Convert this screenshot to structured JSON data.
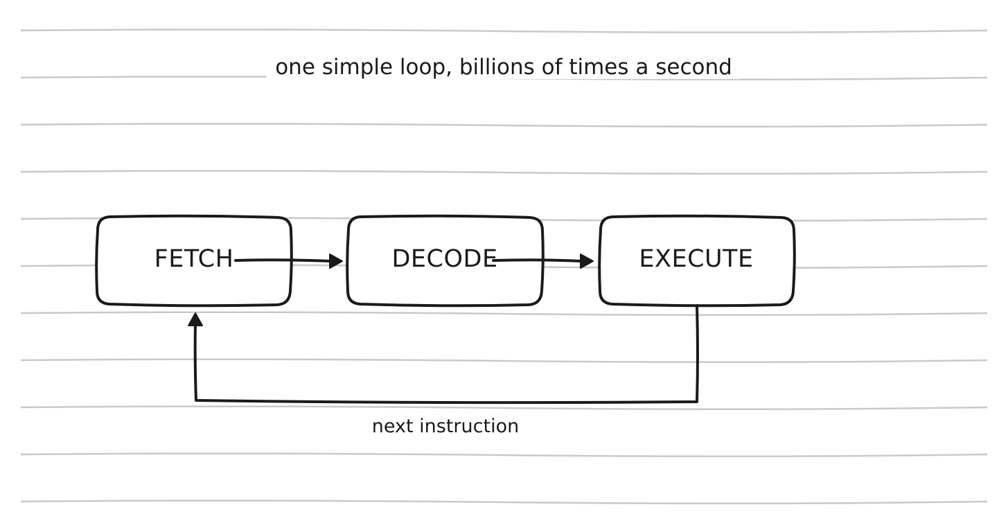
{
  "title": "one simple loop, billions of times a second",
  "stages": [
    {
      "id": "fetch",
      "label": "FETCH"
    },
    {
      "id": "decode",
      "label": "DECODE"
    },
    {
      "id": "execute",
      "label": "EXECUTE"
    }
  ],
  "loop_label": "next instruction",
  "colors": {
    "ink": "#1a1a1a",
    "ruled_line": "#c9c9c9",
    "paper": "#ffffff"
  }
}
